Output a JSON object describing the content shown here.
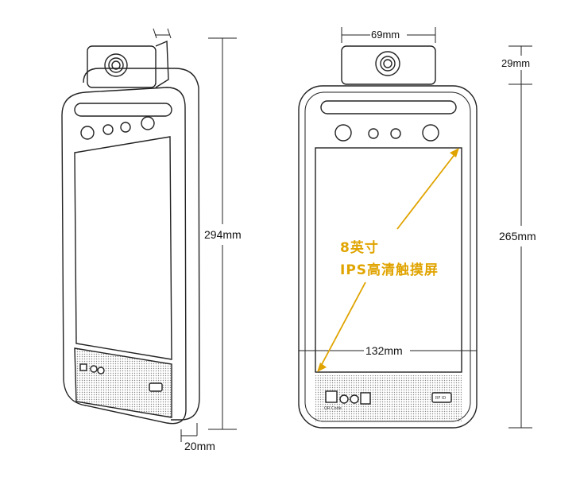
{
  "dimensions": {
    "side_height": "294mm",
    "side_depth": "20mm",
    "front_height": "265mm",
    "front_camera_width": "69mm",
    "front_camera_height": "29mm",
    "front_width": "132mm"
  },
  "screen_label": {
    "line1": "8英寸",
    "line2": "IPS高清触摸屏"
  },
  "panel_labels": {
    "qr": "QR Code",
    "rfid": "RF ID"
  },
  "colors": {
    "accent": "#e0a400",
    "line": "#222222",
    "speaker_grille": "#d8d8d8"
  }
}
